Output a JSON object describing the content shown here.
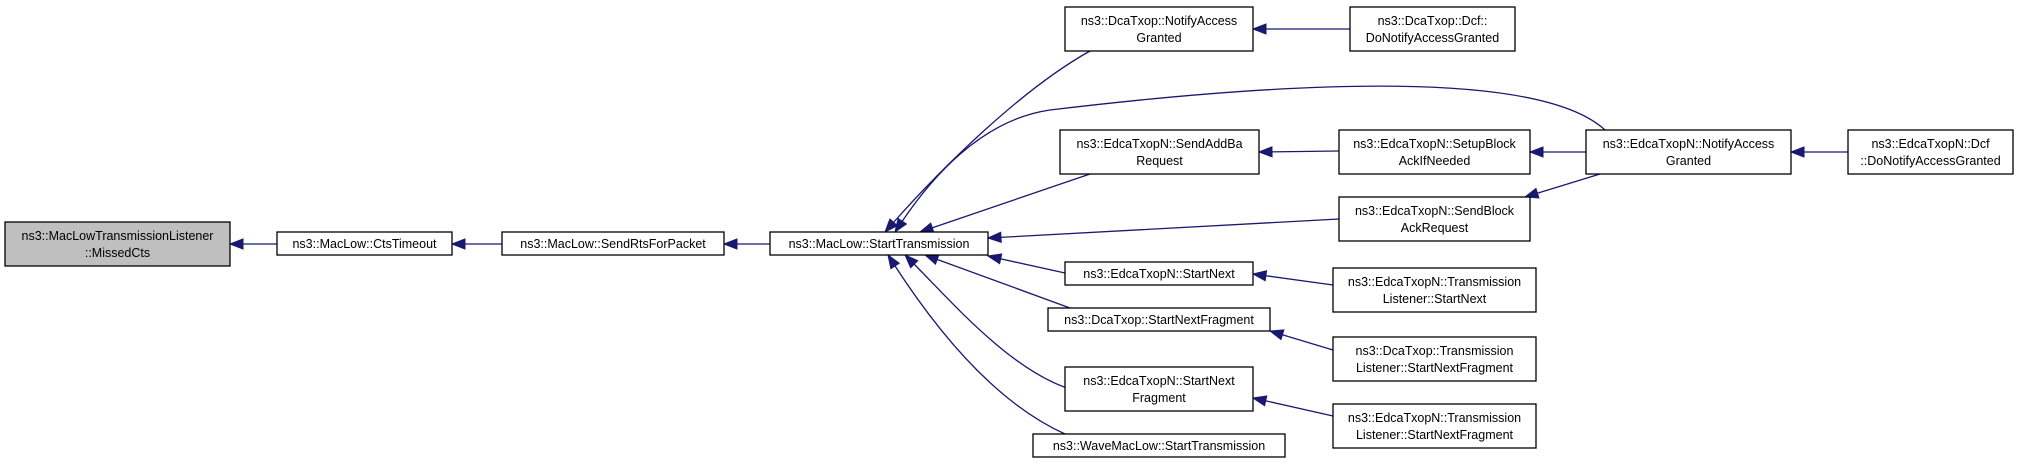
{
  "nodes": [
    {
      "id": "n1",
      "lines": [
        "ns3::MacLowTransmissionListener",
        "::MissedCts"
      ],
      "root": true
    },
    {
      "id": "n2",
      "lines": [
        "ns3::MacLow::CtsTimeout"
      ]
    },
    {
      "id": "n3",
      "lines": [
        "ns3::MacLow::SendRtsForPacket"
      ]
    },
    {
      "id": "n4",
      "lines": [
        "ns3::MacLow::StartTransmission"
      ]
    },
    {
      "id": "n5",
      "lines": [
        "ns3::DcaTxop::NotifyAccess",
        "Granted"
      ]
    },
    {
      "id": "n6",
      "lines": [
        "ns3::DcaTxop::Dcf::",
        "DoNotifyAccessGranted"
      ]
    },
    {
      "id": "n7",
      "lines": [
        "ns3::EdcaTxopN::SendAddBa",
        "Request"
      ]
    },
    {
      "id": "n8",
      "lines": [
        "ns3::EdcaTxopN::SetupBlock",
        "AckIfNeeded"
      ]
    },
    {
      "id": "n9",
      "lines": [
        "ns3::EdcaTxopN::NotifyAccess",
        "Granted"
      ]
    },
    {
      "id": "n10",
      "lines": [
        "ns3::EdcaTxopN::Dcf",
        "::DoNotifyAccessGranted"
      ]
    },
    {
      "id": "n11",
      "lines": [
        "ns3::EdcaTxopN::SendBlock",
        "AckRequest"
      ]
    },
    {
      "id": "n12",
      "lines": [
        "ns3::EdcaTxopN::StartNext"
      ]
    },
    {
      "id": "n13",
      "lines": [
        "ns3::EdcaTxopN::Transmission",
        "Listener::StartNext"
      ]
    },
    {
      "id": "n14",
      "lines": [
        "ns3::DcaTxop::StartNextFragment"
      ]
    },
    {
      "id": "n15",
      "lines": [
        "ns3::DcaTxop::Transmission",
        "Listener::StartNextFragment"
      ]
    },
    {
      "id": "n16",
      "lines": [
        "ns3::EdcaTxopN::StartNext",
        "Fragment"
      ]
    },
    {
      "id": "n17",
      "lines": [
        "ns3::EdcaTxopN::Transmission",
        "Listener::StartNextFragment"
      ]
    },
    {
      "id": "n18",
      "lines": [
        "ns3::WaveMacLow::StartTransmission"
      ]
    }
  ],
  "edges": [
    {
      "from": "n2",
      "to": "n1"
    },
    {
      "from": "n3",
      "to": "n2"
    },
    {
      "from": "n4",
      "to": "n3"
    },
    {
      "from": "n5",
      "to": "n4"
    },
    {
      "from": "n9",
      "to": "n4"
    },
    {
      "from": "n7",
      "to": "n4"
    },
    {
      "from": "n11",
      "to": "n4"
    },
    {
      "from": "n12",
      "to": "n4"
    },
    {
      "from": "n14",
      "to": "n4"
    },
    {
      "from": "n16",
      "to": "n4"
    },
    {
      "from": "n18",
      "to": "n4"
    },
    {
      "from": "n6",
      "to": "n5"
    },
    {
      "from": "n8",
      "to": "n7"
    },
    {
      "from": "n9",
      "to": "n8"
    },
    {
      "from": "n10",
      "to": "n9"
    },
    {
      "from": "n9",
      "to": "n11"
    },
    {
      "from": "n13",
      "to": "n12"
    },
    {
      "from": "n15",
      "to": "n14"
    },
    {
      "from": "n17",
      "to": "n16"
    }
  ],
  "colors": {
    "edge": "#191970",
    "root_fill": "#bfbfbf",
    "node_fill": "#ffffff",
    "node_border": "#000000"
  }
}
